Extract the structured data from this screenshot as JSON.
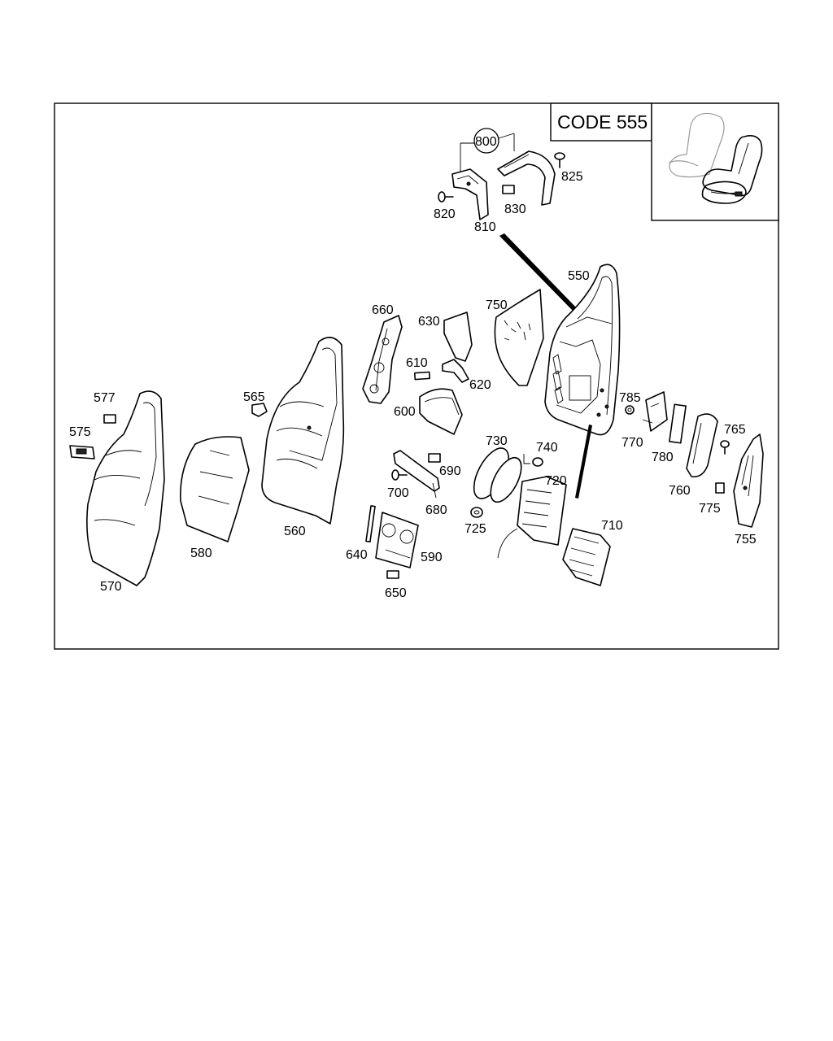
{
  "code_box": {
    "text": "CODE 555"
  },
  "callouts": [
    {
      "id": "800",
      "text": "800"
    },
    {
      "id": "825",
      "text": "825"
    },
    {
      "id": "820",
      "text": "820"
    },
    {
      "id": "830",
      "text": "830"
    },
    {
      "id": "810",
      "text": "810"
    },
    {
      "id": "550",
      "text": "550"
    },
    {
      "id": "750",
      "text": "750"
    },
    {
      "id": "660",
      "text": "660"
    },
    {
      "id": "630",
      "text": "630"
    },
    {
      "id": "610",
      "text": "610"
    },
    {
      "id": "620",
      "text": "620"
    },
    {
      "id": "577",
      "text": "577"
    },
    {
      "id": "565",
      "text": "565"
    },
    {
      "id": "600",
      "text": "600"
    },
    {
      "id": "785",
      "text": "785"
    },
    {
      "id": "575",
      "text": "575"
    },
    {
      "id": "770",
      "text": "770"
    },
    {
      "id": "765",
      "text": "765"
    },
    {
      "id": "730",
      "text": "730"
    },
    {
      "id": "740",
      "text": "740"
    },
    {
      "id": "780",
      "text": "780"
    },
    {
      "id": "690",
      "text": "690"
    },
    {
      "id": "720",
      "text": "720"
    },
    {
      "id": "700",
      "text": "700"
    },
    {
      "id": "760",
      "text": "760"
    },
    {
      "id": "680",
      "text": "680"
    },
    {
      "id": "775",
      "text": "775"
    },
    {
      "id": "725",
      "text": "725"
    },
    {
      "id": "710",
      "text": "710"
    },
    {
      "id": "560",
      "text": "560"
    },
    {
      "id": "755",
      "text": "755"
    },
    {
      "id": "580",
      "text": "580"
    },
    {
      "id": "640",
      "text": "640"
    },
    {
      "id": "590",
      "text": "590"
    },
    {
      "id": "570",
      "text": "570"
    },
    {
      "id": "650",
      "text": "650"
    }
  ]
}
